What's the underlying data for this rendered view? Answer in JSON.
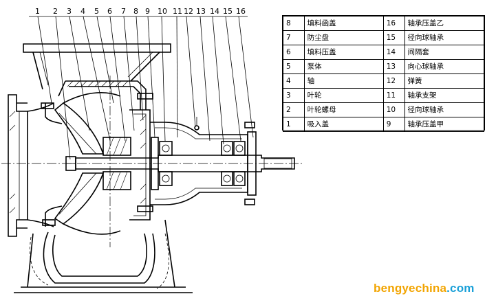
{
  "callouts": [
    "1",
    "2",
    "3",
    "4",
    "5",
    "6",
    "7",
    "8",
    "9",
    "10",
    "11",
    "12",
    "13",
    "14",
    "15",
    "16"
  ],
  "parts": [
    {
      "left_no": "8",
      "left_name": "填料函盖",
      "right_no": "16",
      "right_name": "轴承压盖乙"
    },
    {
      "left_no": "7",
      "left_name": "防尘盘",
      "right_no": "15",
      "right_name": "径向球轴承"
    },
    {
      "left_no": "6",
      "left_name": "填料压盖",
      "right_no": "14",
      "right_name": "间隔套"
    },
    {
      "left_no": "5",
      "left_name": "泵体",
      "right_no": "13",
      "right_name": "向心球轴承"
    },
    {
      "left_no": "4",
      "left_name": "轴",
      "right_no": "12",
      "right_name": "弹簧"
    },
    {
      "left_no": "3",
      "left_name": "叶轮",
      "right_no": "11",
      "right_name": "轴承支架"
    },
    {
      "left_no": "2",
      "left_name": "叶轮螺母",
      "right_no": "10",
      "right_name": "径向球轴承"
    },
    {
      "left_no": "1",
      "left_name": "吸入盖",
      "right_no": "9",
      "right_name": "轴承压盖甲"
    }
  ],
  "watermark": {
    "part1": "bengyechina",
    "part2": ".com"
  },
  "colors": {
    "line": "#000000",
    "watermark_orange": "#f2a400",
    "watermark_blue": "#1aa0d8"
  }
}
